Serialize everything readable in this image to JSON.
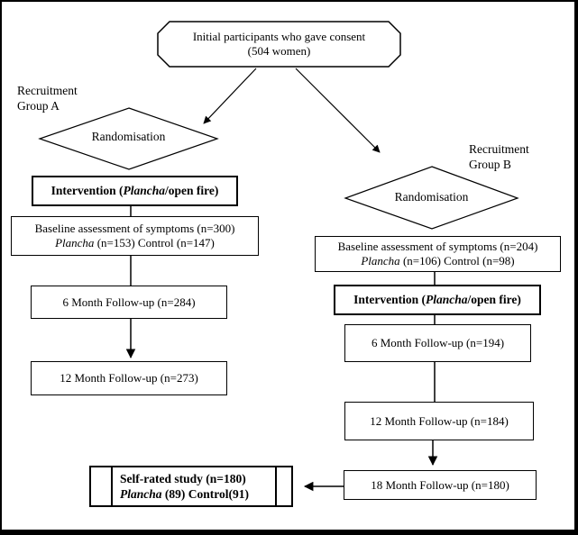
{
  "diagram": {
    "consent": {
      "line1": "Initial participants who gave consent",
      "line2": "(504 women)"
    },
    "group_a_label": {
      "line1": "Recruitment",
      "line2": "Group A"
    },
    "group_b_label": {
      "line1": "Recruitment",
      "line2": "Group B"
    },
    "randomisation_a": "Randomisation",
    "randomisation_b": "Randomisation",
    "intervention_a": {
      "pre": "Intervention (",
      "italic": "Plancha",
      "post": "/open fire)"
    },
    "intervention_b": {
      "pre": "Intervention (",
      "italic": "Plancha",
      "post": "/open fire)"
    },
    "baseline_a": {
      "line1": "Baseline assessment of symptoms (n=300)",
      "italic": "Plancha",
      "line2_rest": " (n=153) Control (n=147)"
    },
    "baseline_b": {
      "line1": "Baseline assessment of symptoms (n=204)",
      "italic": "Plancha",
      "line2_rest": " (n=106) Control (n=98)"
    },
    "followup6_a": "6 Month Follow-up (n=284)",
    "followup12_a": "12 Month Follow-up (n=273)",
    "followup6_b": "6 Month Follow-up (n=194)",
    "followup12_b": "12 Month Follow-up (n=184)",
    "followup18_b": "18 Month Follow-up (n=180)",
    "selfrated": {
      "line1": "Self-rated study (n=180)",
      "italic": "Plancha",
      "line2_rest": " (89) Control(91)"
    }
  },
  "colors": {
    "line": "#000000",
    "background": "#ffffff"
  }
}
